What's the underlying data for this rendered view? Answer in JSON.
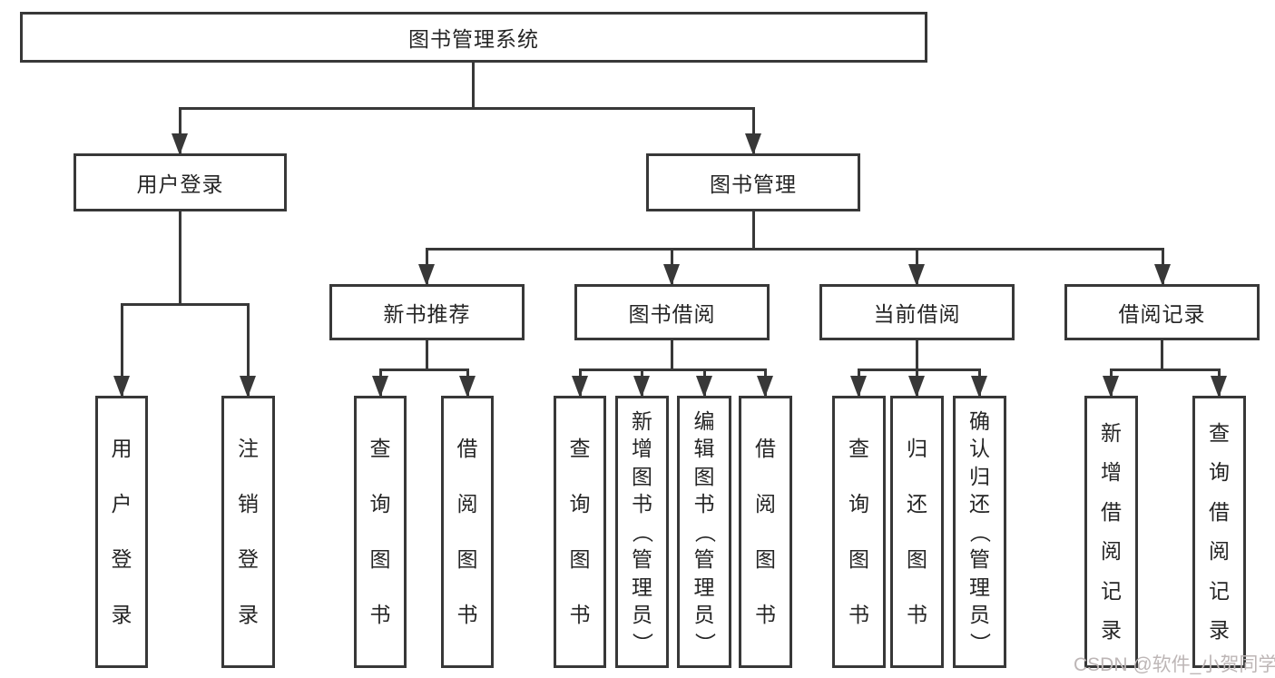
{
  "colors": {
    "line": "#383838",
    "box_border": "#383838",
    "text": "#252525",
    "watermark": "#bdb6b6",
    "background": "#ffffff"
  },
  "root": {
    "label": "图书管理系统"
  },
  "level2": [
    {
      "label": "用户登录"
    },
    {
      "label": "图书管理"
    }
  ],
  "level3": [
    {
      "label": "新书推荐"
    },
    {
      "label": "图书借阅"
    },
    {
      "label": "当前借阅"
    },
    {
      "label": "借阅记录"
    }
  ],
  "leaves": {
    "user_login": [
      "用户登录",
      "注销登录"
    ],
    "new_book": [
      "查询图书",
      "借阅图书"
    ],
    "book_borrow": [
      "查询图书",
      "新增图书（管理员）",
      "编辑图书（管理员）",
      "借阅图书"
    ],
    "current_borrow": [
      "查询图书",
      "归还图书",
      "确认归还（管理员）"
    ],
    "borrow_record": [
      "新增借阅记录",
      "查询借阅记录"
    ]
  },
  "watermark": {
    "text": "CSDN @软件_小贺同学"
  }
}
